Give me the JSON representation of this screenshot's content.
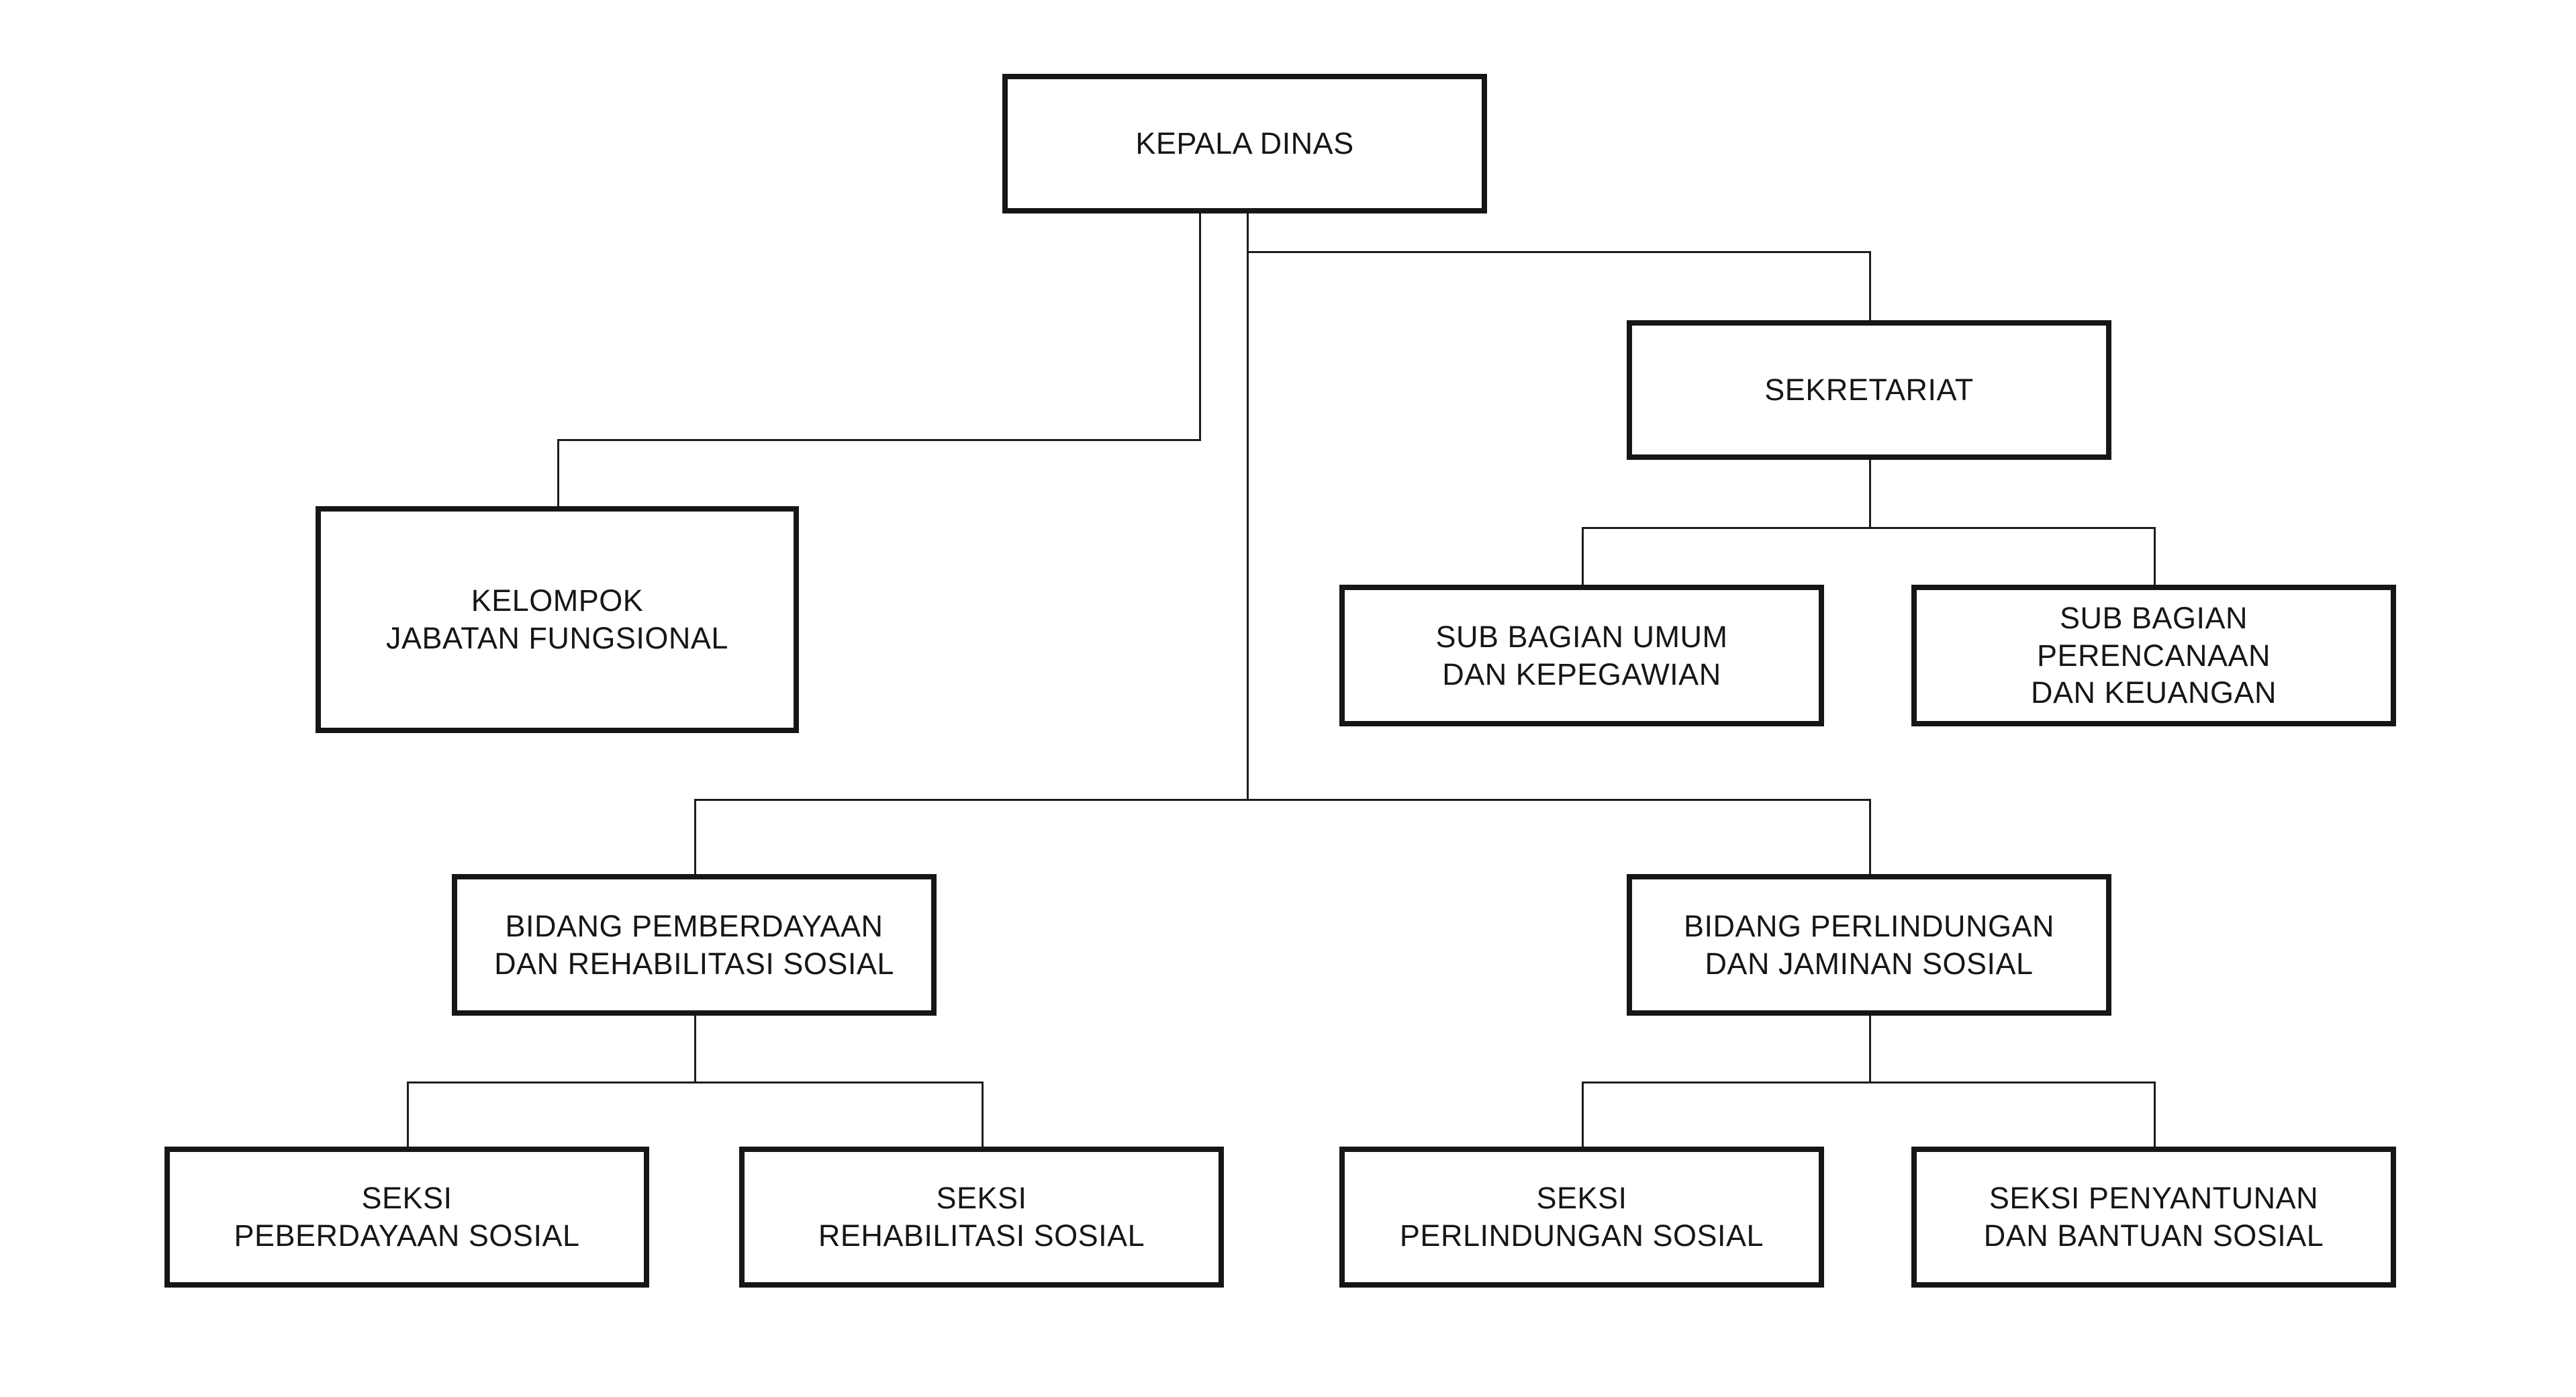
{
  "diagram": {
    "type": "org-chart",
    "background_color": "#ffffff",
    "box_border_color": "#161616",
    "connector_color": "#1d1d1d",
    "text_color": "#161616",
    "nodes": {
      "kepala_dinas": {
        "label": "KEPALA DINAS",
        "lines": [
          "KEPALA DINAS"
        ],
        "reports_to": null
      },
      "sekretariat": {
        "label": "SEKRETARIAT",
        "lines": [
          "SEKRETARIAT"
        ],
        "reports_to": "KEPALA DINAS"
      },
      "kelompok_jabatan_fungsional": {
        "label": "KELOMPOK JABATAN FUNGSIONAL",
        "lines": [
          "KELOMPOK",
          "JABATAN FUNGSIONAL"
        ],
        "reports_to": "KEPALA DINAS"
      },
      "sub_bagian_umum": {
        "label": "SUB BAGIAN UMUM DAN KEPEGAWIAN",
        "lines": [
          "SUB BAGIAN UMUM",
          "DAN KEPEGAWIAN"
        ],
        "reports_to": "SEKRETARIAT"
      },
      "sub_bagian_perencanaan": {
        "label": "SUB BAGIAN PERENCANAAN DAN KEUANGAN",
        "lines": [
          "SUB BAGIAN",
          "PERENCANAAN",
          "DAN KEUANGAN"
        ],
        "reports_to": "SEKRETARIAT"
      },
      "bidang_pemberdayaan": {
        "label": "BIDANG PEMBERDAYAAN DAN REHABILITASI SOSIAL",
        "lines": [
          "BIDANG PEMBERDAYAAN",
          "DAN REHABILITASI SOSIAL"
        ],
        "reports_to": "KEPALA DINAS"
      },
      "bidang_perlindungan": {
        "label": "BIDANG PERLINDUNGAN DAN JAMINAN SOSIAL",
        "lines": [
          "BIDANG PERLINDUNGAN",
          "DAN JAMINAN SOSIAL"
        ],
        "reports_to": "KEPALA DINAS"
      },
      "seksi_peberdayaan": {
        "label": "SEKSI PEBERDAYAAN SOSIAL",
        "lines": [
          "SEKSI",
          "PEBERDAYAAN SOSIAL"
        ],
        "reports_to": "BIDANG PEMBERDAYAAN DAN REHABILITASI SOSIAL"
      },
      "seksi_rehabilitasi": {
        "label": "SEKSI REHABILITASI SOSIAL",
        "lines": [
          "SEKSI",
          "REHABILITASI SOSIAL"
        ],
        "reports_to": "BIDANG PEMBERDAYAAN DAN REHABILITASI SOSIAL"
      },
      "seksi_perlindungan": {
        "label": "SEKSI PERLINDUNGAN SOSIAL",
        "lines": [
          "SEKSI",
          "PERLINDUNGAN SOSIAL"
        ],
        "reports_to": "BIDANG PERLINDUNGAN DAN JAMINAN SOSIAL"
      },
      "seksi_penyantunan": {
        "label": "SEKSI PENYANTUNAN DAN BANTUAN SOSIAL",
        "lines": [
          "SEKSI PENYANTUNAN",
          "DAN BANTUAN SOSIAL"
        ],
        "reports_to": "BIDANG PERLINDUNGAN DAN JAMINAN SOSIAL"
      }
    }
  }
}
